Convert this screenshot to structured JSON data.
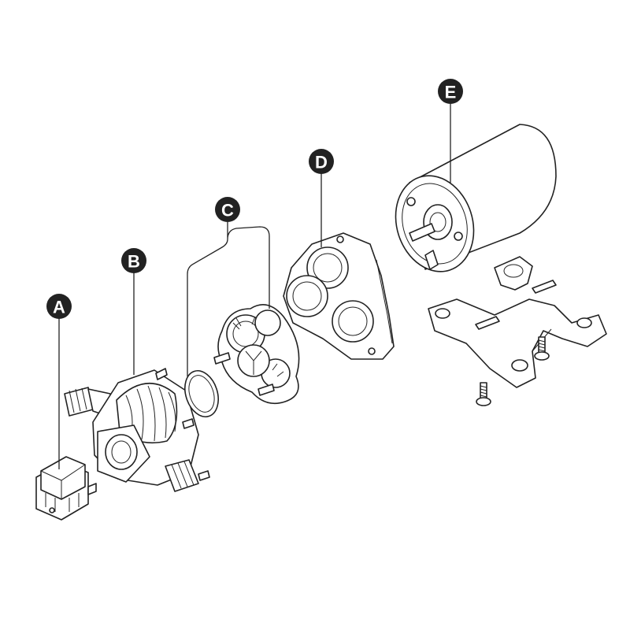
{
  "callouts": {
    "a": "A",
    "b": "B",
    "c": "C",
    "d": "D",
    "e": "E"
  },
  "colors": {
    "line": "#222222",
    "callout_fill": "#222222",
    "callout_text": "#ffffff",
    "background": "#ffffff"
  }
}
